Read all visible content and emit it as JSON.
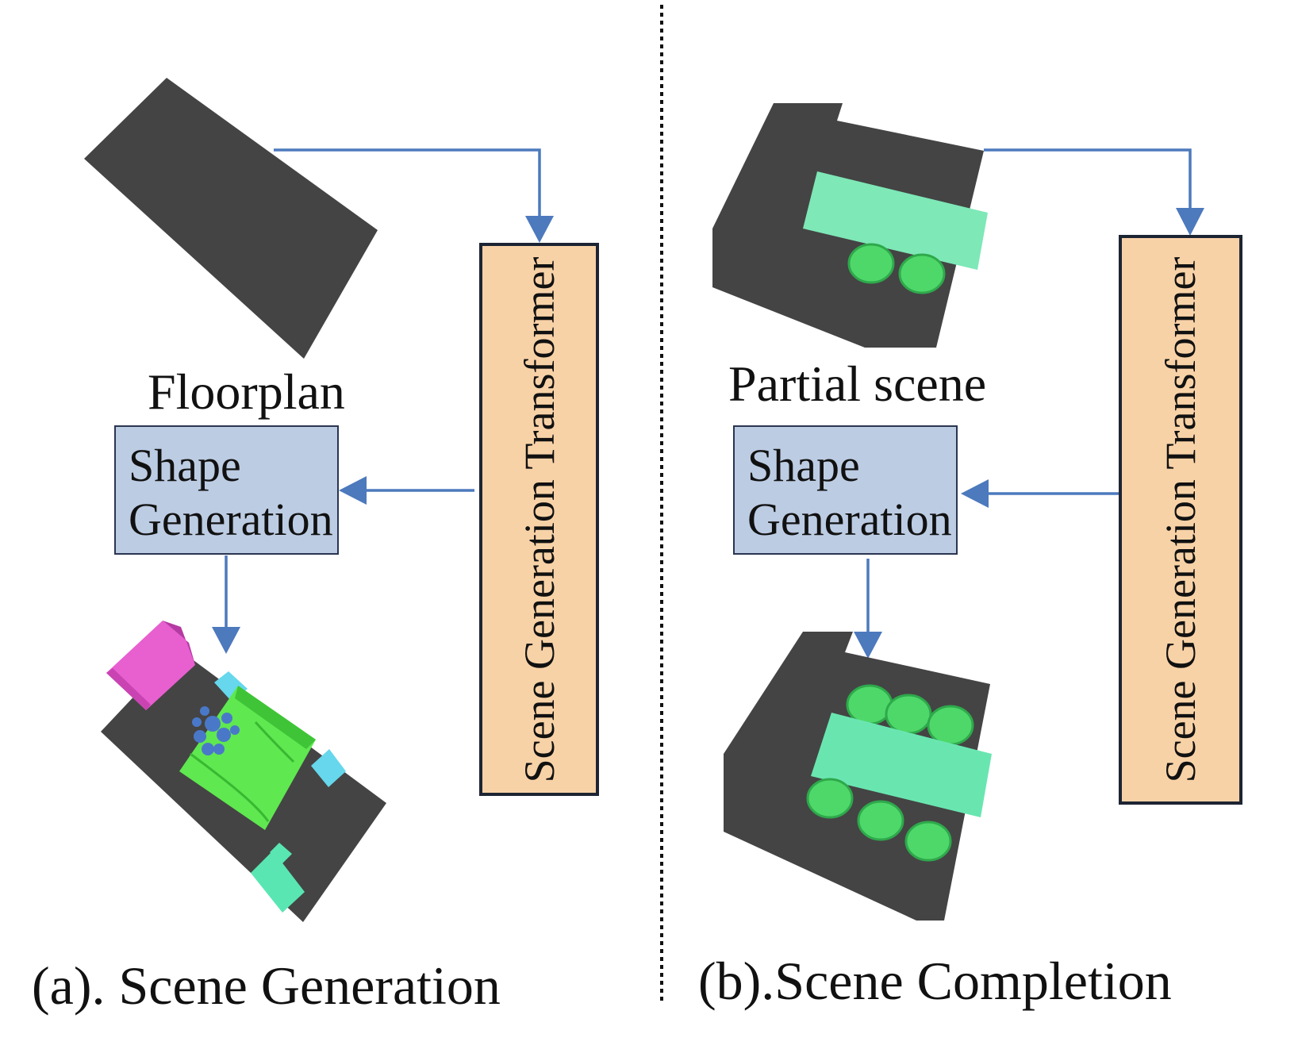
{
  "panel_a": {
    "input_label": "Floorplan",
    "shape_box": {
      "line1": "Shape",
      "line2": "Generation"
    },
    "transformer_box": "Scene Generation Transformer",
    "caption": "(a). Scene Generation"
  },
  "panel_b": {
    "input_label": "Partial scene",
    "shape_box": {
      "line1": "Shape",
      "line2": "Generation"
    },
    "transformer_box": "Scene Generation Transformer",
    "caption": "(b).Scene Completion"
  },
  "colors": {
    "arrow": "#4d79bd",
    "floor": "#444444",
    "shape_box_fill": "#bccce3",
    "transformer_fill": "#f8d2a7",
    "sofa": "#e85fd0",
    "bed": "#5fe850",
    "nightstand": "#66d7ec",
    "dresser": "#59e6b2",
    "table": "#69e6b0",
    "chair": "#4fd86a",
    "plant": "#4a78c8"
  }
}
